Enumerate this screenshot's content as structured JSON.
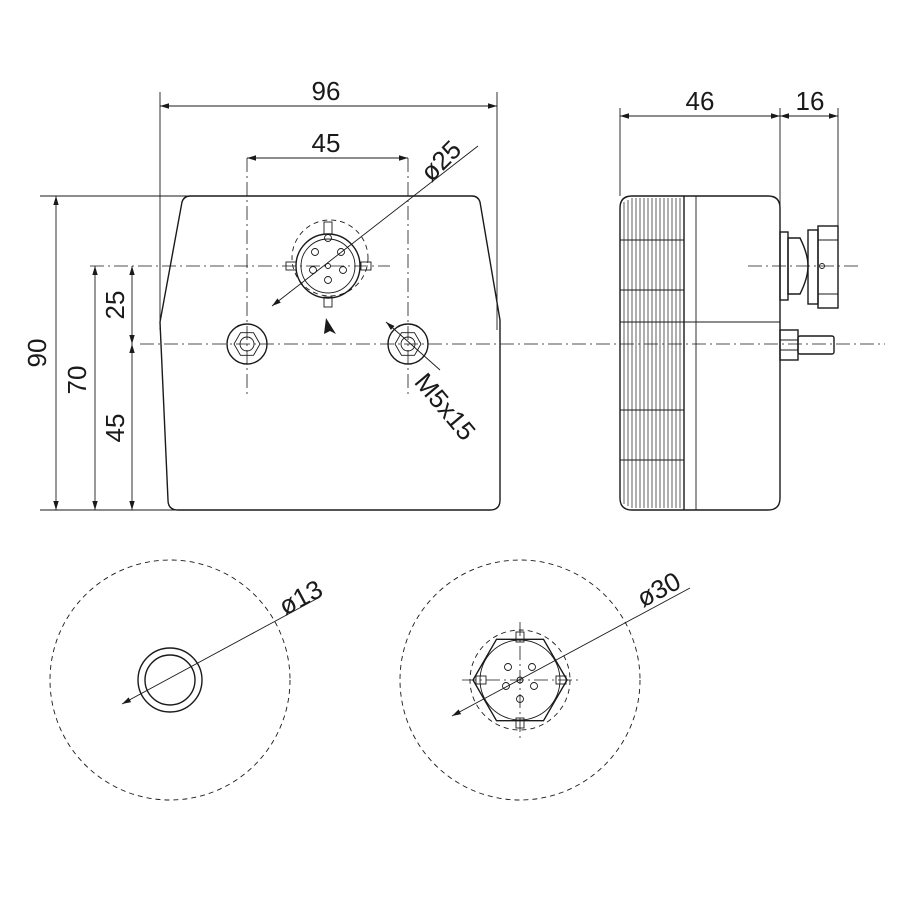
{
  "drawing": {
    "front_view": {
      "width_overall": "96",
      "mount_spacing": "45",
      "connector_diameter": "ø25",
      "height_overall": "90",
      "height_connector": "70",
      "connector_offset": "25",
      "mount_height": "45",
      "thread": "M5x15"
    },
    "side_view": {
      "depth": "46",
      "connector_length": "16"
    },
    "detail_left": {
      "diameter": "ø13"
    },
    "detail_right": {
      "diameter": "ø30"
    }
  }
}
